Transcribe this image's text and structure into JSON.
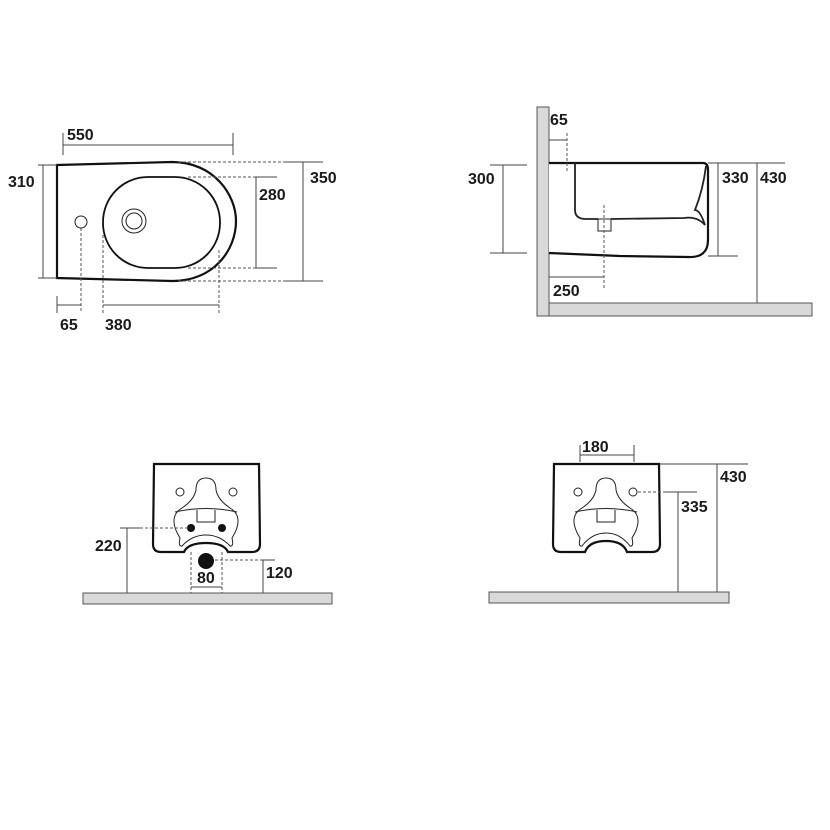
{
  "top_view": {
    "length": "550",
    "width_back": "310",
    "width_total": "350",
    "bowl_width": "280",
    "tap_offset": "65",
    "bowl_length": "380"
  },
  "side_view": {
    "fixing_offset": "65",
    "fixing_spacing": "300",
    "drain_offset": "250",
    "bowl_height": "330",
    "total_height": "430"
  },
  "back_view_left": {
    "fixing_height": "220",
    "drain_height": "120",
    "drain_width": "80"
  },
  "back_view_right": {
    "hole_spacing": "180",
    "total_height": "430",
    "hole_height": "335"
  }
}
